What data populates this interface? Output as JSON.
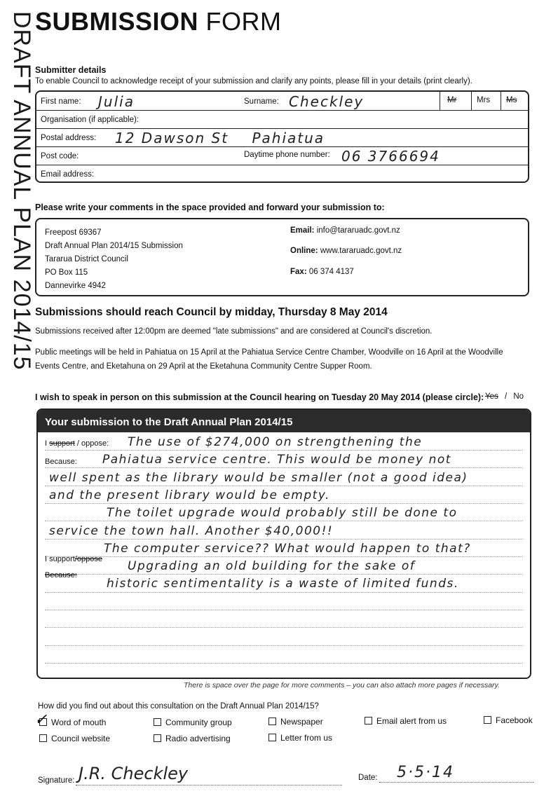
{
  "side_title": "DRAFT ANNUAL PLAN 2014/15",
  "title": {
    "bold": "SUBMISSION",
    "regular": " FORM"
  },
  "submitter": {
    "heading": "Submitter details",
    "intro": "To enable Council to acknowledge receipt of your submission and clarify any points, please fill in your details (print clearly).",
    "first_name_label": "First name:",
    "first_name_value": "Julia",
    "surname_label": "Surname:",
    "surname_value": "Checkley",
    "title_mr": "Mr",
    "title_mrs": "Mrs",
    "title_ms": "Ms",
    "organisation_label": "Organisation (if applicable):",
    "postal_label": "Postal address:",
    "postal_value": "12 Dawson St    Pahiatua",
    "postcode_label": "Post code:",
    "phone_label": "Daytime phone number:",
    "phone_value": "06 3766694",
    "email_label": "Email address:"
  },
  "forward": {
    "heading": "Please write your comments in the space provided and forward your submission to:",
    "address": [
      "Freepost 69367",
      "Draft Annual Plan 2014/15 Submission",
      "Tararua District Council",
      "PO Box 115",
      "Dannevirke 4942"
    ],
    "email_label": "Email:",
    "email_value": "info@tararuadc.govt.nz",
    "online_label": "Online:",
    "online_value": "www.tararuadc.govt.nz",
    "fax_label": "Fax:",
    "fax_value": "06 374 4137"
  },
  "deadline": {
    "heading": "Submissions should reach Council by midday, Thursday 8 May 2014",
    "late_note": "Submissions received after 12:00pm are deemed \"late submissions\" and are considered at Council's discretion.",
    "meetings_line1": "Public meetings will be held in Pahiatua on 15 April at the Pahiatua Service Centre Chamber, Woodville on 16 April at the Woodville",
    "meetings_line2": "Events Centre, and Eketahuna on 29 April at the Eketahuna Community Centre Supper Room."
  },
  "speak": {
    "question": "I wish to speak in person on this submission at the Council hearing on Tuesday 20 May 2014 (please circle):",
    "yes": "Yes",
    "sep": "/",
    "no": "No"
  },
  "submission": {
    "header": "Your submission to the Draft Annual Plan 2014/15",
    "i_label": "I",
    "support_label": "support",
    "slash_oppose": " / oppose:",
    "support2_label": "I support",
    "oppose2_label": "/oppose",
    "because_label": "Because:",
    "because2_label": "Because:",
    "lines": [
      "The use of $274,000 on strengthening the",
      "Pahiatua service centre. This would be money not",
      "well spent as the library would be smaller (not a good idea)",
      "and the present library would be empty.",
      "The toilet upgrade would probably still be done to",
      "service the town hall. Another $40,000!!",
      "The computer service?? What would happen to that?",
      "Upgrading an old building for the sake of",
      "historic sentimentality is a waste of limited funds."
    ],
    "footnote": "There is space over the page for more comments – you can also attach more pages if necessary."
  },
  "consultation": {
    "question": "How did you find out about this consultation on the Draft Annual Plan 2014/15?",
    "options": [
      "Word of mouth",
      "Community group",
      "Newspaper",
      "Email alert from us",
      "Facebook",
      "Council website",
      "Radio advertising",
      "Letter from us"
    ],
    "checked": "Word of mouth"
  },
  "signature": {
    "label": "Signature:",
    "value": "J.R. Checkley",
    "date_label": "Date:",
    "date_value": "5·5·14"
  }
}
